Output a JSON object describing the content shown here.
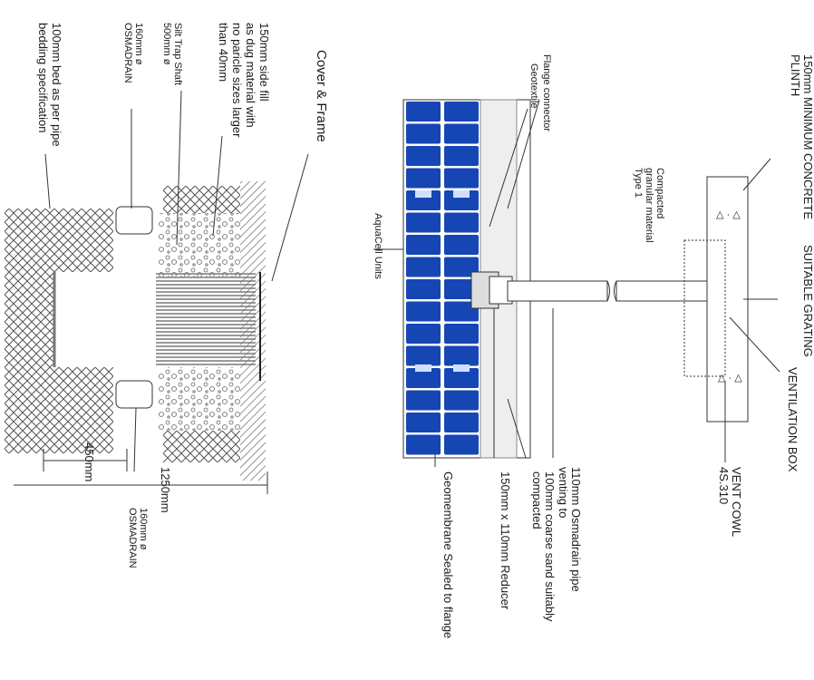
{
  "colors": {
    "cell_blue": "#1646b4",
    "cell_slot": "#ffffff",
    "line": "#333333",
    "hatch": "#555555"
  },
  "labels": {
    "plinth": "150mm MINIMUM CONCRETE PLINTH",
    "suitable_grating": "SUITABLE GRATING",
    "ventilation_box": "VENTILATION BOX",
    "vent_cowl": "VENT COWL 4S.310",
    "compacted_granular": "Compacted granular material Type 1",
    "flange_connector": "Flange connector",
    "geotextile": "Geotextile",
    "aquacell_units": "AquaCell Units",
    "osmadrain_venting": "110mm Osmadrain pipe venting to",
    "coarse_sand": "100mm coarse sand suitably compacted",
    "reducer": "150mm x 110mm Reducer",
    "geomembrane": "Geomembrane Sealed to flange",
    "cover_frame": "Cover & Frame",
    "side_fill": "150mm side fill as dug material with no paricle sizes larger than 40mm",
    "silt_trap": "Silt Trap Shaft 500mm ø",
    "osmadrain_top": "160mm ø OSMADRAIN",
    "osmadrain_bottom": "160mm ø OSMADRAIN",
    "bed": "100mm bed as per pipe bedding specification",
    "dim_450": "450mm",
    "dim_1250": "1250mm"
  }
}
